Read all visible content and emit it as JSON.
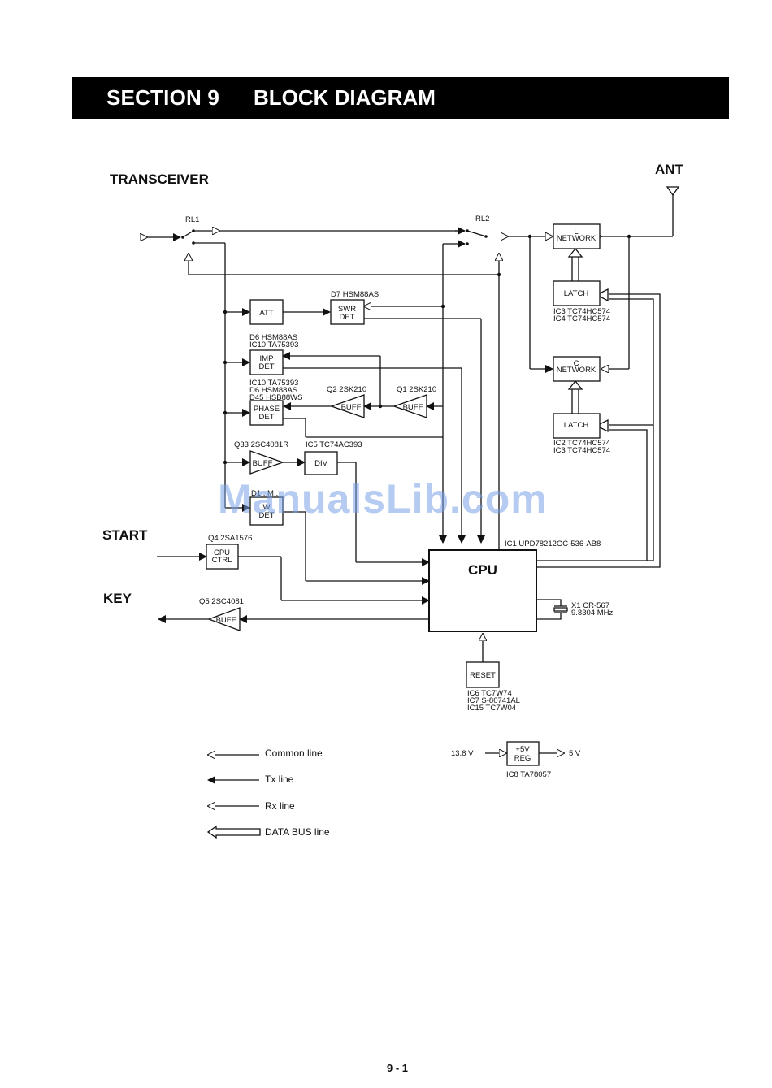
{
  "header": {
    "section": "SECTION 9",
    "title": "BLOCK DIAGRAM"
  },
  "terminals": {
    "transceiver": "TRANSCEIVER",
    "ant": "ANT",
    "start": "START",
    "key": "KEY"
  },
  "relays": {
    "rl1": "RL1",
    "rl2": "RL2"
  },
  "blocks": {
    "att": {
      "label": [
        "ATT"
      ]
    },
    "swr_det": {
      "label": [
        "SWR",
        "DET"
      ],
      "parts": [
        "D7 HSM88AS"
      ]
    },
    "imp_det": {
      "label": [
        "IMP",
        "DET"
      ],
      "parts": [
        "D6   HSM88AS",
        "IC10 TA75393"
      ]
    },
    "phase_det": {
      "label": [
        "PHASE",
        "DET"
      ],
      "parts": [
        "IC10 TA75393",
        "D6    HSM88AS",
        "D45  HSB88WS"
      ]
    },
    "buff_q2": {
      "label": [
        "BUFF"
      ],
      "parts": [
        "Q2 2SK210"
      ]
    },
    "buff_q1": {
      "label": [
        "BUFF"
      ],
      "parts": [
        "Q1 2SK210"
      ]
    },
    "buff_q33": {
      "label": [
        "BUFF"
      ],
      "parts": [
        "Q33 2SC4081R"
      ]
    },
    "div": {
      "label": [
        "DIV"
      ],
      "parts": [
        "IC5 TC74AC393"
      ]
    },
    "w_det": {
      "label": [
        "W",
        "DET"
      ],
      "parts": [
        "D1.. M.."
      ]
    },
    "cpu_ctrl": {
      "label": [
        "CPU",
        "CTRL"
      ],
      "parts": [
        "Q4 2SA1576"
      ]
    },
    "buff_q5": {
      "label": [
        "BUFF"
      ],
      "parts": [
        "Q5 2SC4081"
      ]
    },
    "cpu": {
      "label": [
        "CPU"
      ],
      "parts": [
        "IC1 UPD78212GC-536-AB8"
      ]
    },
    "crystal": {
      "parts": [
        "X1 CR-567",
        "9.8304 MHz"
      ]
    },
    "reset": {
      "label": [
        "RESET"
      ],
      "parts": [
        "IC6  TC7W74",
        "IC7  S-80741AL",
        "IC15 TC7W04"
      ]
    },
    "l_network": {
      "label": [
        "L",
        "NETWORK"
      ]
    },
    "latch_l": {
      "label": [
        "LATCH"
      ],
      "parts": [
        "IC3 TC74HC574",
        "IC4 TC74HC574"
      ]
    },
    "c_network": {
      "label": [
        "C",
        "NETWORK"
      ]
    },
    "latch_c": {
      "label": [
        "LATCH"
      ],
      "parts": [
        "IC2 TC74HC574",
        "IC3 TC74HC574"
      ]
    },
    "reg": {
      "label": [
        "+5V",
        "REG"
      ],
      "parts": [
        "IC8  TA78057"
      ],
      "input": "13.8 V",
      "output": "5 V"
    }
  },
  "legend": [
    {
      "type": "common",
      "label": "Common line"
    },
    {
      "type": "tx",
      "label": "Tx line"
    },
    {
      "type": "rx",
      "label": "Rx line"
    },
    {
      "type": "bus",
      "label": "DATA BUS line"
    }
  ],
  "watermark": "ManualsLib.com",
  "page_number": "9 - 1"
}
